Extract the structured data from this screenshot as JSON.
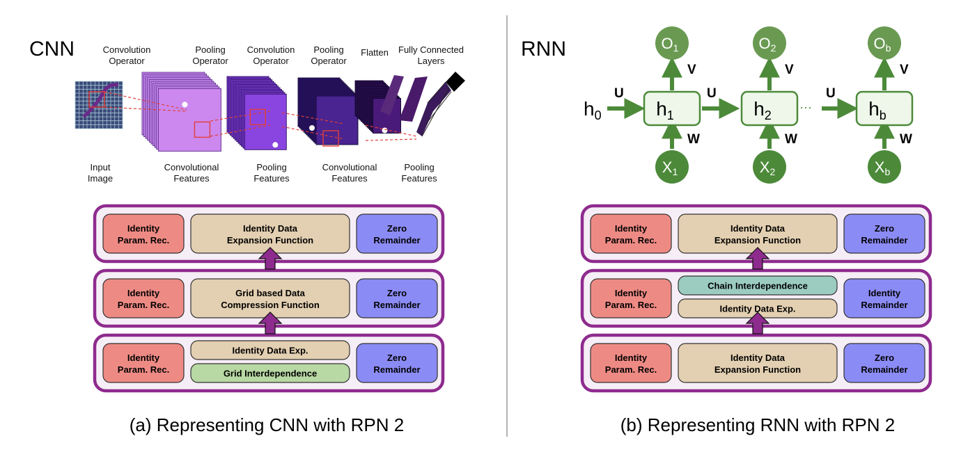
{
  "left": {
    "heading": "CNN",
    "caption": "(a) Representing CNN with RPN 2",
    "stages_top": [
      {
        "l1": "Convolution",
        "l2": "Operator"
      },
      {
        "l1": "Pooling",
        "l2": "Operator"
      },
      {
        "l1": "Convolution",
        "l2": "Operator"
      },
      {
        "l1": "Pooling",
        "l2": "Operator"
      },
      {
        "l1": "Flatten",
        "l2": ""
      },
      {
        "l1": "Fully Connected",
        "l2": "Layers"
      }
    ],
    "stages_bottom": [
      {
        "l1": "Input",
        "l2": "Image"
      },
      {
        "l1": "Convolutional",
        "l2": "Features"
      },
      {
        "l1": "Pooling",
        "l2": "Features"
      },
      {
        "l1": "Convolutional",
        "l2": "Features"
      },
      {
        "l1": "Pooling",
        "l2": "Features"
      }
    ],
    "layers": [
      {
        "left": {
          "l1": "Identity",
          "l2": "Param. Rec."
        },
        "middle": {
          "l1": "Identity Data",
          "l2": "Expansion Function"
        },
        "right": {
          "l1": "Zero",
          "l2": "Remainder"
        }
      },
      {
        "left": {
          "l1": "Identity",
          "l2": "Param. Rec."
        },
        "middle": {
          "l1": "Grid based Data",
          "l2": "Compression Function"
        },
        "right": {
          "l1": "Zero",
          "l2": "Remainder"
        }
      },
      {
        "left": {
          "l1": "Identity",
          "l2": "Param. Rec."
        },
        "middle_top": "Identity Data Exp.",
        "middle_bottom": "Grid Interdependence",
        "right": {
          "l1": "Zero",
          "l2": "Remainder"
        }
      }
    ]
  },
  "right": {
    "heading": "RNN",
    "caption": "(b) Representing RNN with RPN 2",
    "rnn": {
      "h0": "h0",
      "hidden": [
        "h1",
        "h2",
        "hb"
      ],
      "outputs": [
        "O1",
        "O2",
        "Ob"
      ],
      "inputs": [
        "X1",
        "X2",
        "Xb"
      ],
      "weight_u": "U",
      "weight_v": "V",
      "weight_w": "W",
      "ellipsis": "···"
    },
    "layers": [
      {
        "left": {
          "l1": "Identity",
          "l2": "Param. Rec."
        },
        "middle": {
          "l1": "Identity Data",
          "l2": "Expansion Function"
        },
        "right": {
          "l1": "Zero",
          "l2": "Remainder"
        }
      },
      {
        "left": {
          "l1": "Identity",
          "l2": "Param. Rec."
        },
        "middle_top": "Chain Interdependence",
        "middle_bottom": "Identity Data Exp.",
        "right": {
          "l1": "Identity",
          "l2": "Remainder"
        }
      },
      {
        "left": {
          "l1": "Identity",
          "l2": "Param. Rec."
        },
        "middle": {
          "l1": "Identity Data",
          "l2": "Expansion Function"
        },
        "right": {
          "l1": "Zero",
          "l2": "Remainder"
        }
      }
    ]
  },
  "colors": {
    "layer_border": "#8e2b8e",
    "layer_fill": "#f6eef6",
    "param_box": "#ee8a84",
    "data_box": "#e3cfb1",
    "remainder_box": "#8b8bf5",
    "grid_interdep_box": "#b8d8a4",
    "chain_interdep_box": "#9cccc0",
    "rnn_green": "#4c8a3a",
    "rnn_light": "#eef7ea",
    "divider": "#9a9a9a"
  }
}
